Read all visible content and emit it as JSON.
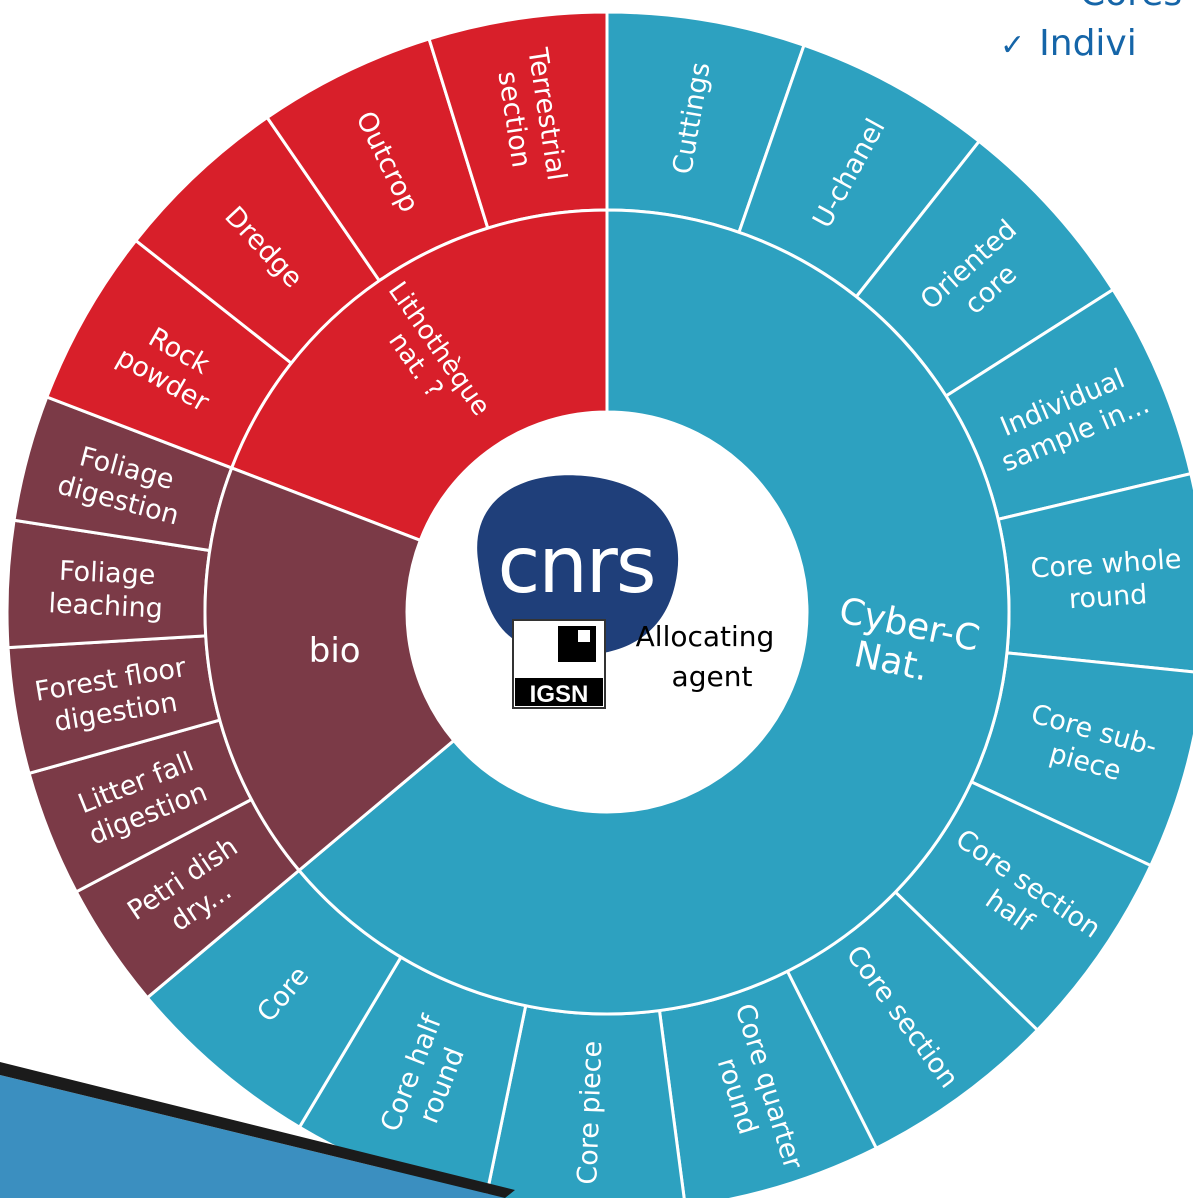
{
  "bullets": [
    {
      "mark": "",
      "text": "Cores"
    },
    {
      "mark": "✓",
      "text": "Indivi"
    }
  ],
  "center": {
    "logo_text": "cnrs",
    "igsn_text": "IGSN",
    "agent_label": [
      "Allocating",
      "agent"
    ]
  },
  "colors": {
    "geology": "#d81f2a",
    "bio": "#7b3a47",
    "cyber": "#2da1c0",
    "logo": "#1f3f7a",
    "arrow": "#3b8fc0"
  },
  "chart_data": {
    "type": "sunburst",
    "inner_ring": [
      {
        "label": [
          "Lithothèque",
          "nat. ?"
        ],
        "color": "#d81f2a",
        "dark_text": false
      },
      {
        "label": [
          "Cyber-C",
          "Nat."
        ],
        "color": "#2da1c0",
        "dark_text": true
      },
      {
        "label": [
          "bio"
        ],
        "color": "#7b3a47",
        "dark_text": false
      }
    ],
    "outer_ring": [
      {
        "parent": 1,
        "label": [
          "Cuttings"
        ]
      },
      {
        "parent": 1,
        "label": [
          "U-chanel"
        ]
      },
      {
        "parent": 1,
        "label": [
          "Oriented",
          "core"
        ]
      },
      {
        "parent": 1,
        "label": [
          "Individual",
          "sample in..."
        ]
      },
      {
        "parent": 1,
        "label": [
          "Core whole",
          "round"
        ]
      },
      {
        "parent": 1,
        "label": [
          "Core sub-",
          "piece"
        ]
      },
      {
        "parent": 1,
        "label": [
          "Core section",
          "half"
        ]
      },
      {
        "parent": 1,
        "label": [
          "Core section"
        ]
      },
      {
        "parent": 1,
        "label": [
          "Core quarter",
          "round"
        ]
      },
      {
        "parent": 1,
        "label": [
          "Core piece"
        ]
      },
      {
        "parent": 1,
        "label": [
          "Core half",
          "round"
        ]
      },
      {
        "parent": 1,
        "label": [
          "Core"
        ]
      },
      {
        "parent": 2,
        "label": [
          "Petri dish",
          "dry..."
        ]
      },
      {
        "parent": 2,
        "label": [
          "Litter fall",
          "digestion"
        ]
      },
      {
        "parent": 2,
        "label": [
          "Forest floor",
          "digestion"
        ]
      },
      {
        "parent": 2,
        "label": [
          "Foliage",
          "leaching"
        ]
      },
      {
        "parent": 2,
        "label": [
          "Foliage",
          "digestion"
        ]
      },
      {
        "parent": 0,
        "label": [
          "Rock",
          "powder"
        ]
      },
      {
        "parent": 0,
        "label": [
          "Dredge"
        ]
      },
      {
        "parent": 0,
        "label": [
          "Outcrop"
        ]
      },
      {
        "parent": 0,
        "label": [
          "Terrestrial",
          "section"
        ]
      }
    ]
  }
}
